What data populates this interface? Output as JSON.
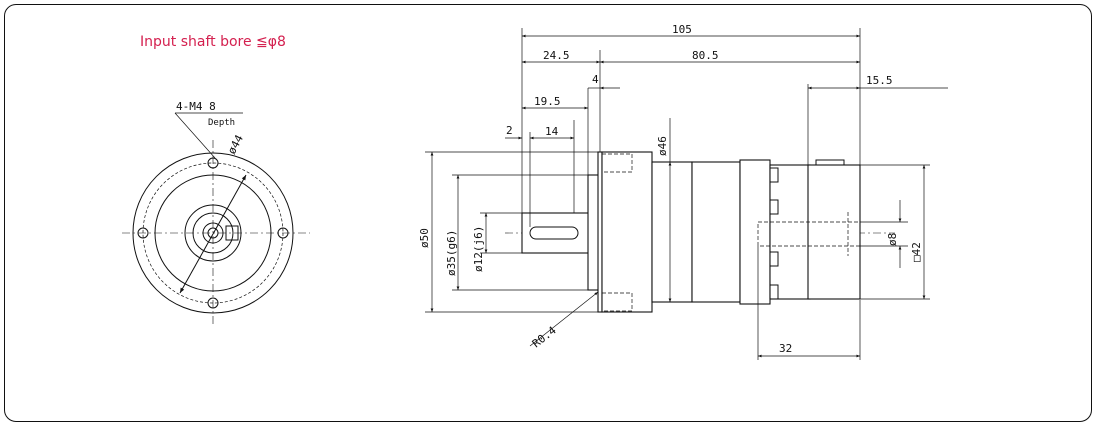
{
  "drawing": {
    "title": "Input shaft bore ≦φ8",
    "front_view": {
      "hole_callout": "4-M4 8",
      "hole_depth": "Depth",
      "pcd_label": "ø44"
    },
    "side_view": {
      "dims": {
        "overall_length": "105",
        "flange_to_face": "24.5",
        "body_length": "80.5",
        "flange_thickness": "4",
        "shaft_length": "19.5",
        "key_length": "14",
        "key_offset": "2",
        "motor_tail": "15.5",
        "pilot_dia": "ø46",
        "outer_dia": "ø50",
        "spigot_dia": "ø35(g6)",
        "shaft_dia": "ø12(j6)",
        "fillet": "R0.4",
        "input_bore": "ø8",
        "square": "□42",
        "adapter_length": "32"
      }
    },
    "colors": {
      "title": "#d4204f",
      "line": "#111111"
    }
  }
}
